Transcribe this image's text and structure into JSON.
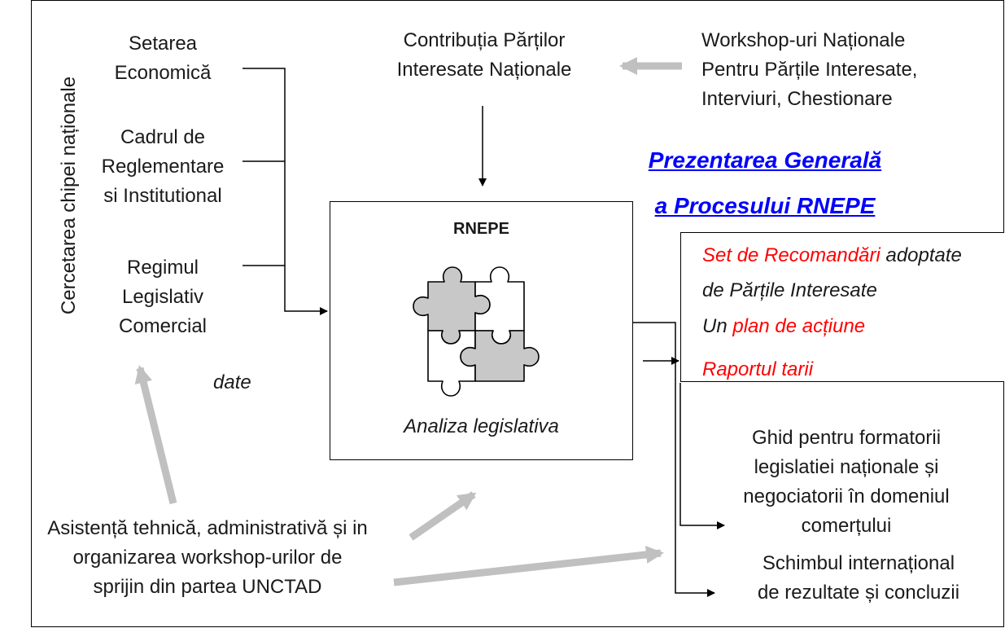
{
  "left_inputs": {
    "economic": [
      "Setarea",
      "Economică"
    ],
    "regulatory": [
      "Cadrul de",
      "Reglementare",
      "si Institutional"
    ],
    "legislative": [
      "Regimul",
      "Legislativ",
      "Comercial"
    ]
  },
  "vertical_label": "Cercetarea chipei naționale",
  "date_label": "date",
  "stakeholders": [
    "Contribuția Părților",
    "Interesate Naționale"
  ],
  "workshops": [
    "Workshop-uri Naționale",
    "Pentru Părțile Interesate,",
    "Interviuri, Chestionare"
  ],
  "overview_title": [
    "Prezentarea Generală",
    "a Procesului RNEPE"
  ],
  "center_box": {
    "title": "RNEPE",
    "caption": "Analiza legislativa",
    "puzzle_icon": "puzzle-icon"
  },
  "results": {
    "line1_red": "Set de Recomandări",
    "line1_rest": " adoptate",
    "line2": "de Părțile Interesate",
    "line3_prefix": "Un ",
    "line3_red": "plan de acțiune",
    "line4_red": "Raportul tarii"
  },
  "guide": [
    "Ghid pentru formatorii",
    "legislatiei naționale și",
    "negociatorii în domeniul",
    "comerțului"
  ],
  "exchange": [
    "Schimbul internațional",
    "de rezultate și concluzii"
  ],
  "assistance": [
    "Asistență tehnică, administrativă și in",
    "organizarea workshop-urilor de",
    "sprijin din partea UNCTAD"
  ],
  "colors": {
    "grey_arrow": "#c0c0c0",
    "puzzle_fill": "#c8c8c8",
    "title_blue": "#0000ff",
    "red": "#ff0000"
  }
}
